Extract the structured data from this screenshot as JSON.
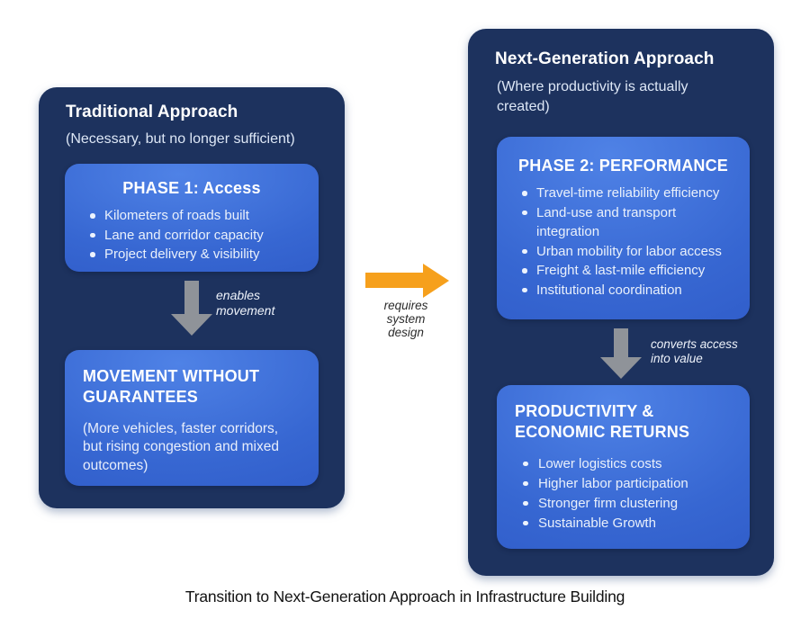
{
  "caption": "Transition to Next-Generation Approach in Infrastructure Building",
  "colors": {
    "panel_navy": "#1d325e",
    "box_blue_light": "#4f82e6",
    "box_blue_dark": "#2a54c2",
    "arrow_gray": "#8f9399",
    "arrow_orange": "#f6a01c",
    "text_white": "#ffffff",
    "text_soft_blue": "#e9f0fb",
    "caption_text": "#121212"
  },
  "left_panel": {
    "title": "Traditional Approach",
    "subtitle": "(Necessary, but no longer sufficient)",
    "phase_box": {
      "title": "PHASE 1: Access",
      "bullets": [
        "Kilometers of roads built",
        "Lane and corridor capacity",
        "Project delivery & visibility"
      ]
    },
    "arrow_label": "enables movement",
    "outcome_box": {
      "title": "MOVEMENT WITHOUT GUARANTEES",
      "body": "(More vehicles, faster corridors, but rising congestion and mixed outcomes)"
    }
  },
  "center": {
    "arrow_label": "requires system design"
  },
  "right_panel": {
    "title": "Next-Generation Approach",
    "subtitle": "(Where productivity is actually created)",
    "phase_box": {
      "title": "PHASE 2: PERFORMANCE",
      "bullets": [
        "Travel-time reliability efficiency",
        "Land-use and transport integration",
        "Urban mobility for labor access",
        "Freight & last-mile efficiency",
        "Institutional coordination"
      ]
    },
    "arrow_label": "converts access into value",
    "outcome_box": {
      "title": "PRODUCTIVITY & ECONOMIC RETURNS",
      "bullets": [
        "Lower logistics costs",
        "Higher labor participation",
        "Stronger firm clustering",
        "Sustainable Growth"
      ]
    }
  }
}
